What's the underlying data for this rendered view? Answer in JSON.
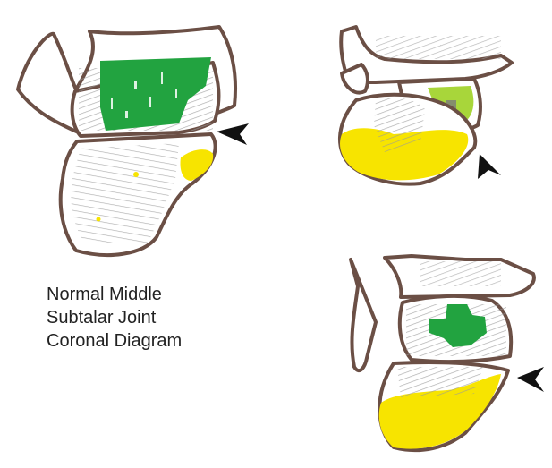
{
  "caption": {
    "line1": "Normal Middle",
    "line2": "Subtalar Joint",
    "line3": "Coronal Diagram"
  },
  "colors": {
    "bone_outline": "#6b4f45",
    "talus_green": "#22a340",
    "light_green": "#a8d63a",
    "calcaneus_yellow": "#f7e400",
    "hatching": "#9a9a9a",
    "arrowhead": "#111111"
  },
  "icons": [
    "arrowhead-icon"
  ]
}
